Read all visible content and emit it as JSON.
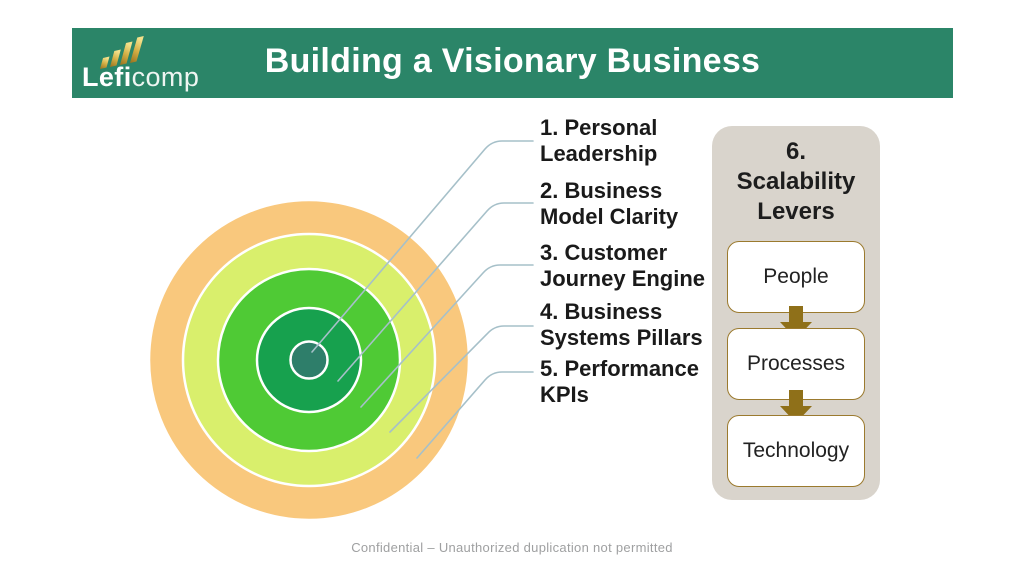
{
  "header": {
    "title": "Building a Visionary Business",
    "bg_color": "#2b8568",
    "logo": {
      "brand_bold": "Lefi",
      "brand_light": "comp",
      "icon": "ascending-bars-icon",
      "icon_color": "#d4af45"
    }
  },
  "diagram": {
    "type": "concentric-rings",
    "rings": [
      {
        "number": "1",
        "line1": "1. Personal",
        "line2": "Leadership",
        "color": "#2e7e6a",
        "radius": 18.5
      },
      {
        "number": "2",
        "line1": "2. Business",
        "line2": "Model Clarity",
        "color": "#17a14e",
        "radius": 52
      },
      {
        "number": "3",
        "line1": "3. Customer",
        "line2": "Journey Engine",
        "color": "#4fca35",
        "radius": 91
      },
      {
        "number": "4",
        "line1": "4. Business",
        "line2": "Systems Pillars",
        "color": "#d9ef6c",
        "radius": 126
      },
      {
        "number": "5",
        "line1": "5. Performance",
        "line2": "KPIs",
        "color": "#f9c87d",
        "radius": 160
      }
    ],
    "connector_color": "#a6c0c9",
    "ring_border_color": "#ffffff"
  },
  "levers_panel": {
    "title": "6.\nScalability\nLevers",
    "items": [
      "People",
      "Processes",
      "Technology"
    ],
    "bg_color": "#d9d4cc",
    "box_border_color": "#9b7a2e",
    "arrow_color": "#8f7019"
  },
  "footer": {
    "text": "Confidential – Unauthorized duplication not permitted"
  }
}
